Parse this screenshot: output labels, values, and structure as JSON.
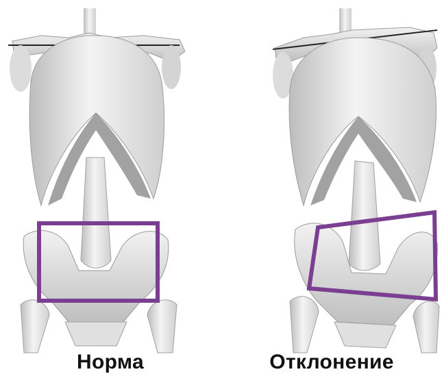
{
  "captions": {
    "left": "Норма",
    "right": "Отклонение"
  },
  "colors": {
    "highlight_frame": "#7b3f91",
    "bone": "#e9e9e9",
    "bone_shadow": "#a8a8a8",
    "background": "#ffffff"
  },
  "icons": [
    "skeleton-torso-normal",
    "skeleton-torso-tilted-pelvis"
  ]
}
